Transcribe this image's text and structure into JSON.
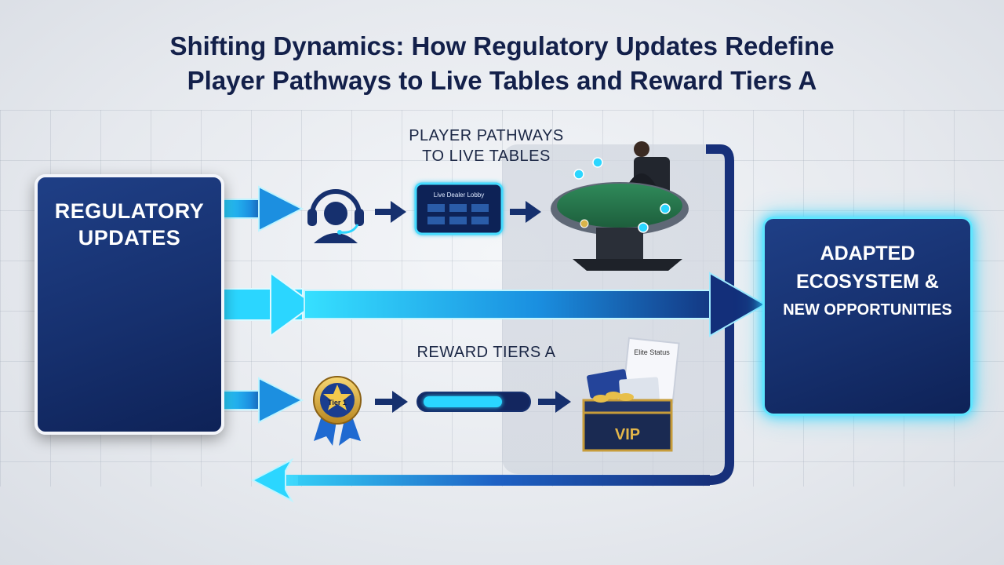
{
  "title_line1": "Shifting Dynamics: How Regulatory Updates Redefine",
  "title_line2": "Player Pathways to Live Tables and Reward Tiers A",
  "left_box": {
    "line1": "REGULATORY",
    "line2": "UPDATES"
  },
  "pathways_label": {
    "line1": "PLAYER PATHWAYS",
    "line2": "TO LIVE TABLES"
  },
  "lobby_screen_title": "Live Dealer Lobby",
  "rewards_label": "REWARD TIERS A",
  "tier_badge_text": "Tier 1",
  "vip_text": "VIP",
  "certificate_text": "Elite Status",
  "right_box": {
    "line1": "ADAPTED",
    "line2": "ECOSYSTEM &",
    "line3": "NEW OPPORTUNITIES"
  },
  "icons": [
    "headset-agent-icon",
    "lobby-screen-icon",
    "live-table-icon",
    "tier-badge-icon",
    "progress-bar-icon",
    "vip-chest-icon",
    "growth-chart-icon",
    "network-icon",
    "shield-check-icon",
    "gear-icon",
    "scales-icon"
  ],
  "colors": {
    "navy": "#16306e",
    "cyan": "#29d4ff",
    "title": "#13204a"
  }
}
